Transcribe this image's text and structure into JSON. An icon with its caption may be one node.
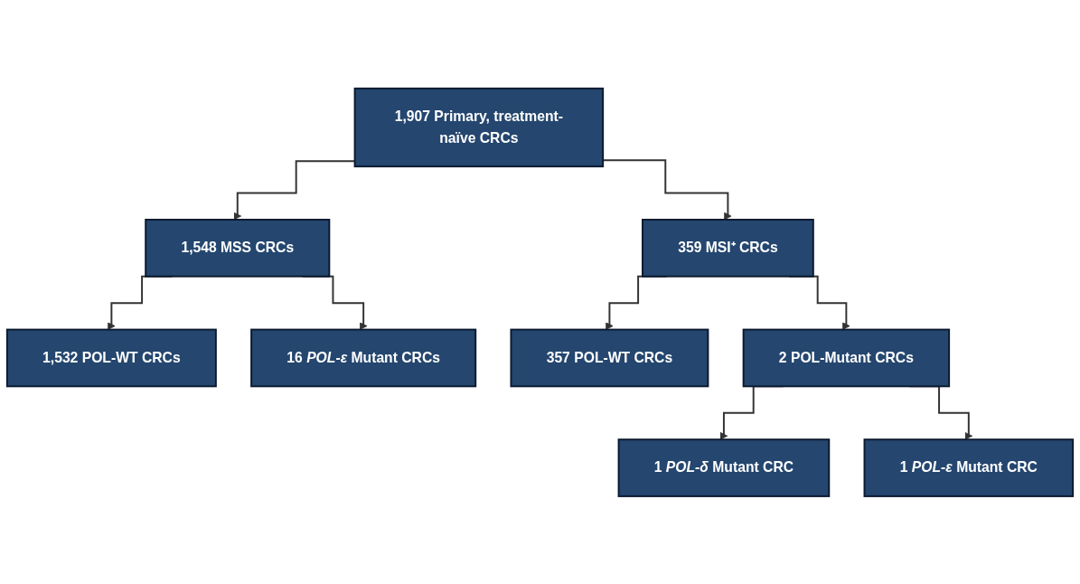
{
  "diagram": {
    "nodes": [
      {
        "text": [
          "1,907 Primary, treatment-naïve CRCs"
        ]
      },
      {
        "text": [
          "1,548 MSS CRCs"
        ]
      },
      {
        "text": [
          "359 MSI⁺ CRCs"
        ]
      },
      {
        "text": [
          "1,532 POL-WT CRCs"
        ]
      },
      {
        "text": [
          "16 *POL-ε* Mutant CRCs"
        ]
      },
      {
        "text": [
          "357 POL-WT CRCs"
        ]
      },
      {
        "text": [
          "2 POL-Mutant CRCs"
        ]
      },
      {
        "text": [
          "1 *POL-δ* Mutant CRC"
        ]
      },
      {
        "text": [
          "1 *POL-ε* Mutant CRC"
        ]
      }
    ],
    "edges": [
      {
        "from": 0,
        "to": 1,
        "arrow": "to"
      },
      {
        "from": 0,
        "to": 2,
        "arrow": "to"
      },
      {
        "from": 1,
        "to": 3,
        "arrow": "to"
      },
      {
        "from": 1,
        "to": 4,
        "arrow": "to"
      },
      {
        "from": 2,
        "to": 5,
        "arrow": "to"
      },
      {
        "from": 2,
        "to": 6,
        "arrow": "to"
      },
      {
        "from": 6,
        "to": 7,
        "arrow": "to"
      },
      {
        "from": 6,
        "to": 8,
        "arrow": "to"
      }
    ]
  }
}
